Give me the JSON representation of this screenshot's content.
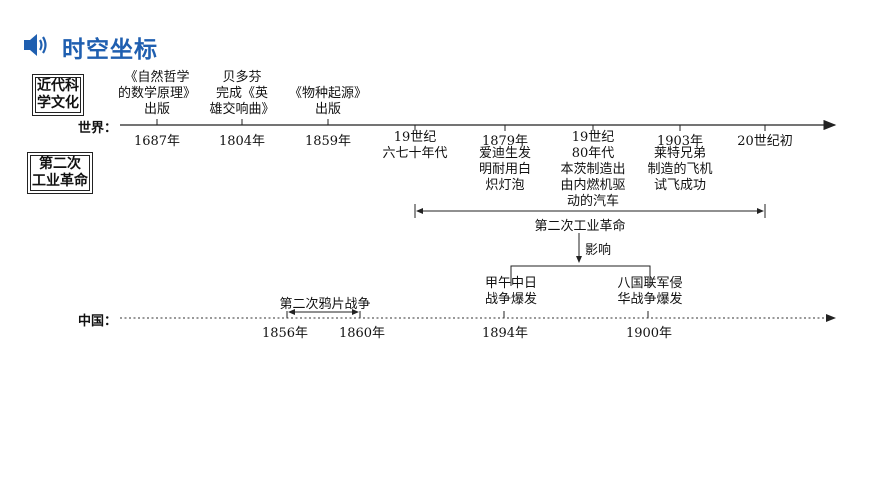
{
  "header": {
    "title": "时空坐标",
    "icon": "speaker-icon",
    "accent": "#1f5fb0"
  },
  "boxes": {
    "culture": "近代科\n学文化",
    "revolution": "第二次\n工业革命"
  },
  "world": {
    "label": "世界：",
    "events_above": [
      "《自然哲学\n的数学原理》\n出版",
      "贝多芬\n完成《英\n雄交响曲》",
      "《物种起源》\n出版"
    ],
    "years": [
      "1687年",
      "1804年",
      "1859年",
      "19世纪\n六七十年代",
      "1879年",
      "19世纪\n80年代",
      "1903年",
      "20世纪初"
    ],
    "events_below": [
      "爱迪生发\n明耐用白\n炽灯泡",
      "本茨制造出\n由内燃机驱\n动的汽车",
      "莱特兄弟\n制造的飞机\n试飞成功"
    ],
    "span_label": "第二次工业革命",
    "influence": "影响"
  },
  "china": {
    "label": "中国：",
    "war_span": "第二次鸦片战争",
    "years": [
      "1856年",
      "1860年",
      "1894年",
      "1900年"
    ],
    "events": [
      "甲午中日\n战争爆发",
      "八国联军侵\n华战争爆发"
    ]
  }
}
